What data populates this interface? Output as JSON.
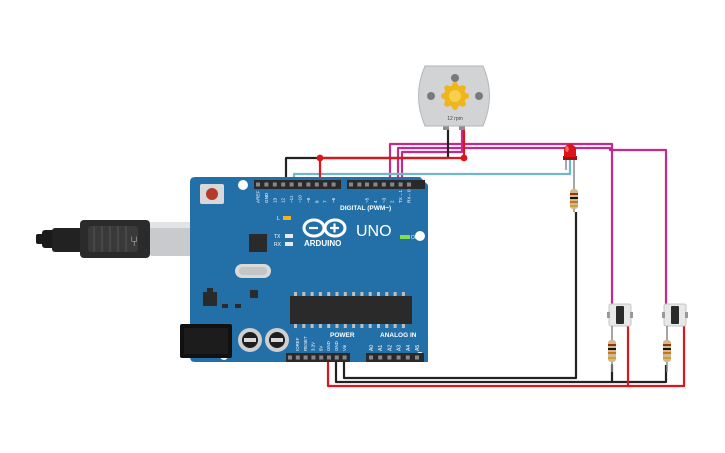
{
  "board": {
    "brand": "ARDUINO",
    "model": "UNO",
    "digital_label": "DIGITAL (PWM~)",
    "power_label": "POWER",
    "analog_label": "ANALOG IN",
    "led_l": "L",
    "led_tx": "TX",
    "led_rx": "RX",
    "on_label": "ON",
    "digital_pins": [
      "AREF",
      "GND",
      "13",
      "12",
      "~11",
      "~10",
      "~9",
      "8",
      "7",
      "~6",
      "~5",
      "4",
      "~3",
      "2",
      "TX→1",
      "RX←0"
    ],
    "power_pins": [
      "IOREF",
      "RESET",
      "3.3V",
      "5V",
      "GND",
      "GND",
      "Vin"
    ],
    "analog_pins": [
      "A0",
      "A1",
      "A2",
      "A3",
      "A4",
      "A5"
    ]
  },
  "motor": {
    "speed_label": "12 rpm"
  },
  "colors": {
    "board": "#2370a8",
    "wire_red": "#e0141b",
    "wire_black": "#222222",
    "wire_magenta": "#c52a8a",
    "wire_cyan": "#6fb9c6",
    "led_red": "#d9141b"
  },
  "components": [
    {
      "id": "dc-motor",
      "type": "dc-motor"
    },
    {
      "id": "led",
      "type": "led",
      "color": "red"
    },
    {
      "id": "resistor-led",
      "type": "resistor"
    },
    {
      "id": "pushbutton-1",
      "type": "pushbutton"
    },
    {
      "id": "pushbutton-2",
      "type": "pushbutton"
    },
    {
      "id": "resistor-button-1",
      "type": "resistor"
    },
    {
      "id": "resistor-button-2",
      "type": "resistor"
    },
    {
      "id": "usb-cable",
      "type": "usb-cable"
    }
  ]
}
